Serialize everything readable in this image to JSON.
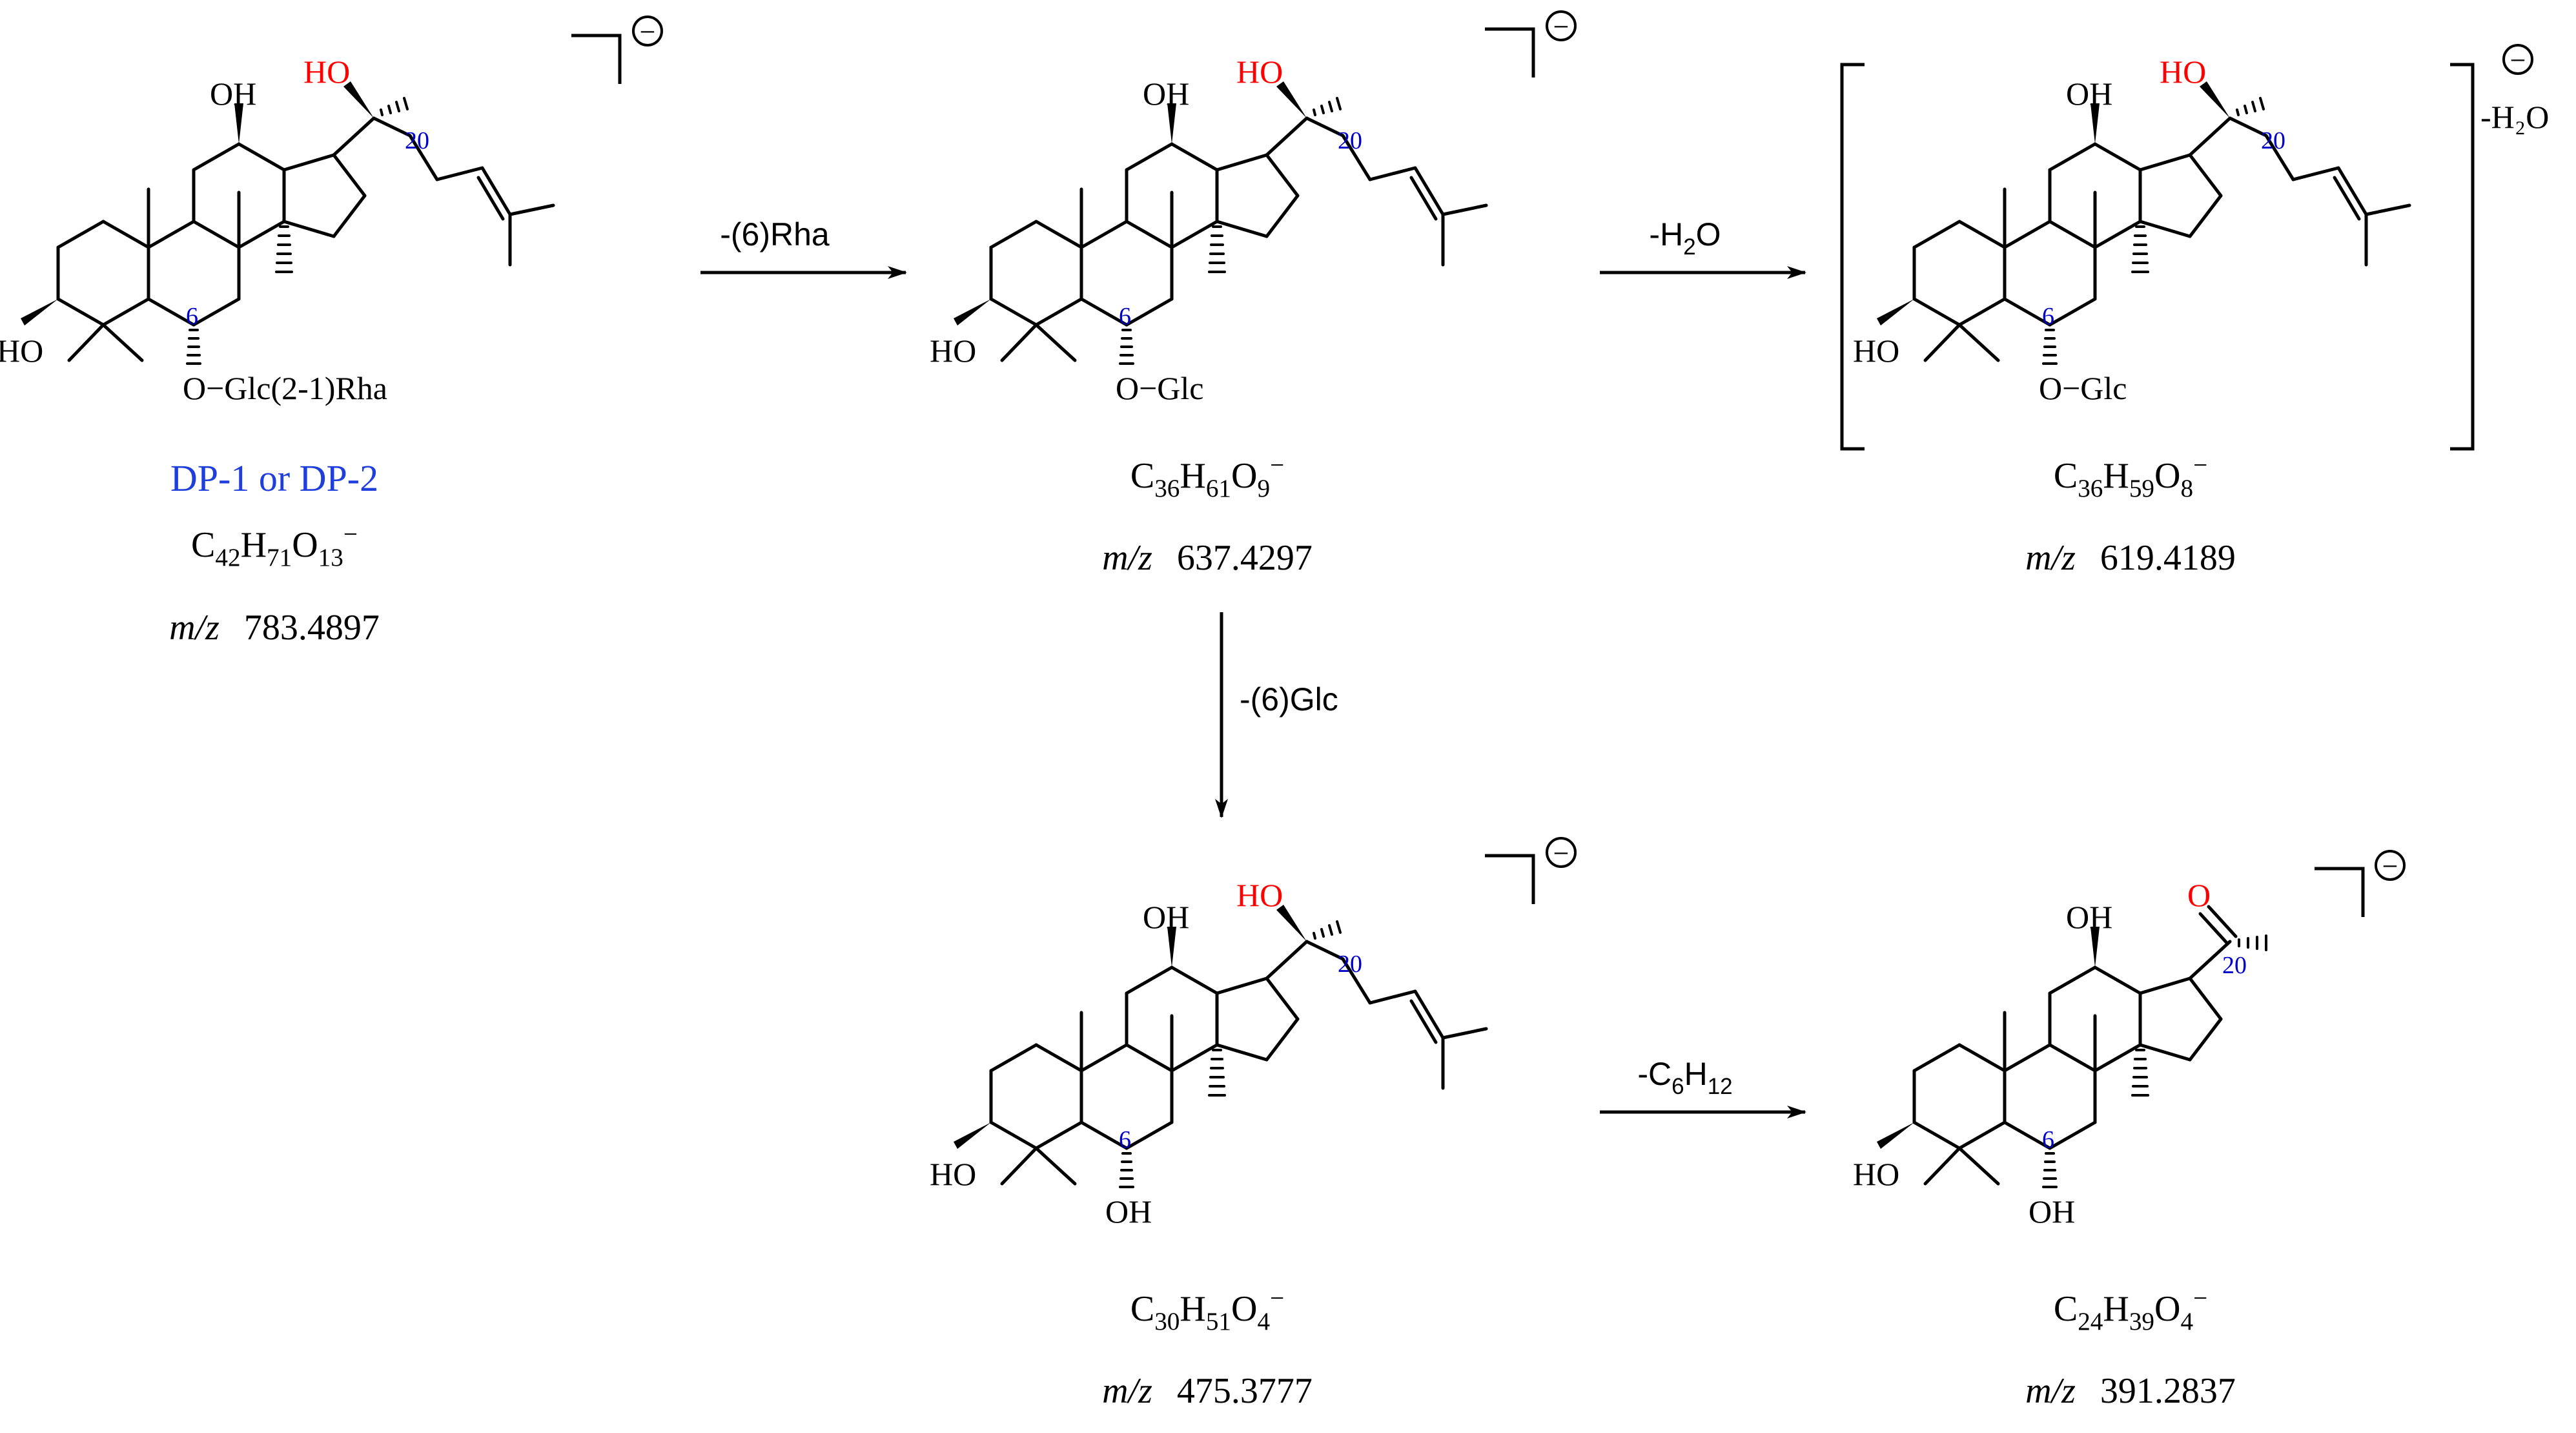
{
  "labels": {
    "OH": "OH",
    "HO": "HO",
    "O": "O",
    "locant_20": "20",
    "locant_6": "6",
    "charge_symbol": "−"
  },
  "colors": {
    "bond": "#000000",
    "hydroxyl_red": "#ff0000",
    "locant_blue": "#0000cc",
    "compound_name_blue": "#1f3fdc"
  },
  "compounds": [
    {
      "id": "parent",
      "name": "DP-1 or DP-2",
      "substituent": "O−Glc(2-1)Rha",
      "c20_group": "hydroxyl",
      "formula": [
        {
          "t": "C"
        },
        {
          "t": "42",
          "sub": true
        },
        {
          "t": "H"
        },
        {
          "t": "71",
          "sub": true
        },
        {
          "t": "O"
        },
        {
          "t": "13",
          "sub": true
        },
        {
          "t": "−",
          "sup": true
        }
      ],
      "mz_label": "m/z",
      "mz_value": "783.4897"
    },
    {
      "id": "loss-rha",
      "substituent": "O−Glc",
      "c20_group": "hydroxyl",
      "formula": [
        {
          "t": "C"
        },
        {
          "t": "36",
          "sub": true
        },
        {
          "t": "H"
        },
        {
          "t": "61",
          "sub": true
        },
        {
          "t": "O"
        },
        {
          "t": "9",
          "sub": true
        },
        {
          "t": "−",
          "sup": true
        }
      ],
      "mz_label": "m/z",
      "mz_value": "637.4297"
    },
    {
      "id": "loss-water",
      "substituent": "O−Glc",
      "c20_group": "hydroxyl",
      "bracket_note": "-H₂O",
      "formula": [
        {
          "t": "C"
        },
        {
          "t": "36",
          "sub": true
        },
        {
          "t": "H"
        },
        {
          "t": "59",
          "sub": true
        },
        {
          "t": "O"
        },
        {
          "t": "8",
          "sub": true
        },
        {
          "t": "−",
          "sup": true
        }
      ],
      "mz_label": "m/z",
      "mz_value": "619.4189"
    },
    {
      "id": "loss-glc",
      "substituent": "OH",
      "c20_group": "hydroxyl",
      "formula": [
        {
          "t": "C"
        },
        {
          "t": "30",
          "sub": true
        },
        {
          "t": "H"
        },
        {
          "t": "51",
          "sub": true
        },
        {
          "t": "O"
        },
        {
          "t": "4",
          "sub": true
        },
        {
          "t": "−",
          "sup": true
        }
      ],
      "mz_label": "m/z",
      "mz_value": "475.3777"
    },
    {
      "id": "loss-c6h12",
      "substituent": "OH",
      "c20_group": "ketone",
      "formula": [
        {
          "t": "C"
        },
        {
          "t": "24",
          "sub": true
        },
        {
          "t": "H"
        },
        {
          "t": "39",
          "sub": true
        },
        {
          "t": "O"
        },
        {
          "t": "4",
          "sub": true
        },
        {
          "t": "−",
          "sup": true
        }
      ],
      "mz_label": "m/z",
      "mz_value": "391.2837"
    }
  ],
  "arrows": [
    {
      "id": "arrow-rha",
      "label": [
        {
          "t": "-(6)Rha"
        }
      ]
    },
    {
      "id": "arrow-h2o",
      "label": [
        {
          "t": "-H"
        },
        {
          "t": "2",
          "sub": true
        },
        {
          "t": "O"
        }
      ]
    },
    {
      "id": "arrow-glc",
      "label": [
        {
          "t": "-(6)Glc"
        }
      ]
    },
    {
      "id": "arrow-c6h12",
      "label": [
        {
          "t": "-C"
        },
        {
          "t": "6",
          "sub": true
        },
        {
          "t": "H"
        },
        {
          "t": "12",
          "sub": true
        }
      ]
    }
  ]
}
